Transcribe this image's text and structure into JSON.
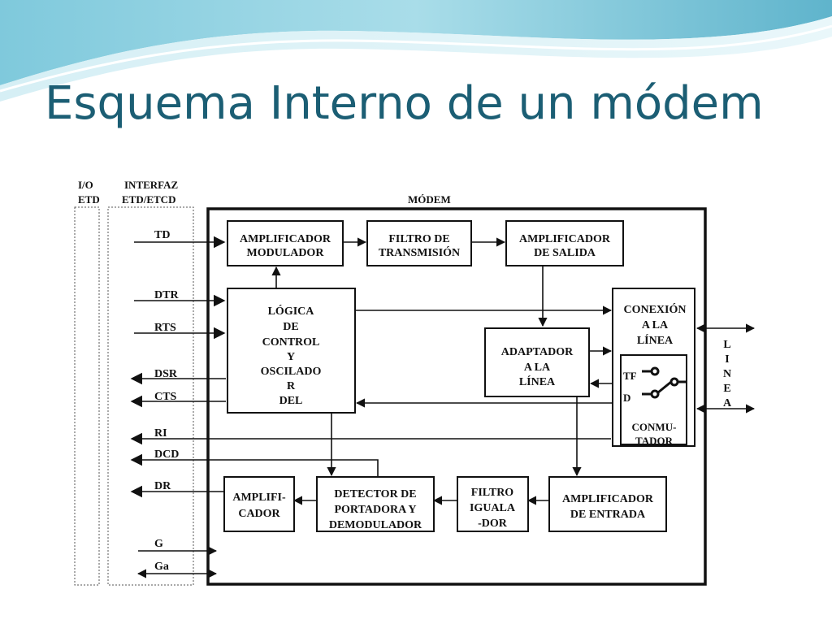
{
  "slide": {
    "title": "Esquema Interno de un módem"
  },
  "diagram": {
    "col_io": [
      "I/O",
      "ETD"
    ],
    "col_interfaz": [
      "INTERFAZ",
      "ETD/ETCD"
    ],
    "modem_label": "MÓDEM",
    "signals": {
      "td": "TD",
      "dtr": "DTR",
      "rts": "RTS",
      "dsr": "DSR",
      "cts": "CTS",
      "ri": "RI",
      "dcd": "DCD",
      "dr": "DR",
      "g": "G",
      "ga": "Ga"
    },
    "blocks": {
      "amp_mod": [
        "AMPLIFICADOR",
        "MODULADOR"
      ],
      "filtro_tx": [
        "FILTRO DE",
        "TRANSMISIÓN"
      ],
      "amp_salida": [
        "AMPLIFICADOR",
        "DE SALIDA"
      ],
      "logica": [
        "LÓGICA",
        "DE",
        "CONTROL",
        "Y",
        "OSCILADO",
        "R",
        "DEL"
      ],
      "conexion": [
        "CONEXIÓN",
        "A LA",
        "LÍNEA"
      ],
      "adaptador": [
        "ADAPTADOR",
        "A LA",
        "LÍNEA"
      ],
      "conmutador": [
        "CONMU-",
        "TADOR"
      ],
      "switch_tf": "TF",
      "switch_d": "D",
      "amplificador": [
        "AMPLIFI-",
        "CADOR"
      ],
      "detector": [
        "DETECTOR DE",
        "PORTADORA Y",
        "DEMODULADOR"
      ],
      "filtro_ig": [
        "FILTRO",
        "IGUALA",
        "-DOR"
      ],
      "amp_entrada": [
        "AMPLIFICADOR",
        "DE  ENTRADA"
      ]
    },
    "linea": [
      "L",
      "I",
      "N",
      "E",
      "A"
    ]
  }
}
